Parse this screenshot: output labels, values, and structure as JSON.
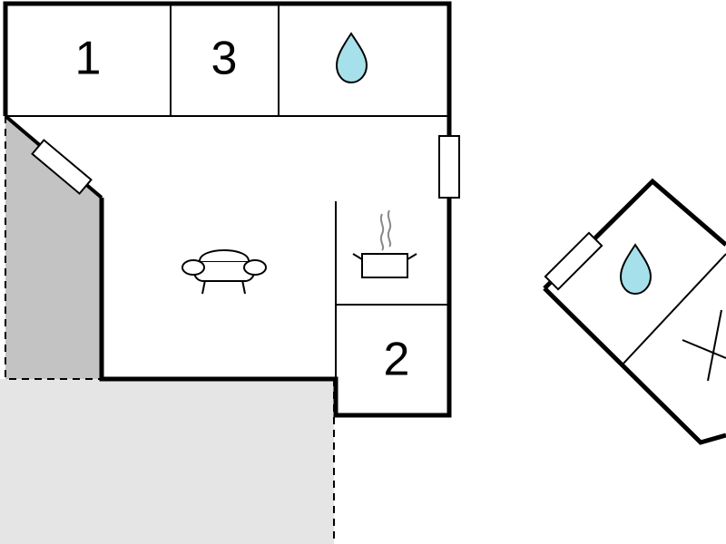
{
  "rooms": {
    "bedroom_1": {
      "label": "1"
    },
    "bedroom_3": {
      "label": "3"
    },
    "bedroom_2": {
      "label": "2"
    }
  },
  "icons": {
    "bathroom": "water-drop-icon",
    "living": "sofa-icon",
    "kitchen": "cooking-pot-icon",
    "annex_bathroom": "water-drop-icon",
    "annex_room": "cross-icon",
    "window": "window-icon"
  },
  "colors": {
    "wall": "#000000",
    "water": "#a6e0ea",
    "covered_terrace": "#c3c3c3",
    "open_terrace": "#e5e5e5"
  }
}
